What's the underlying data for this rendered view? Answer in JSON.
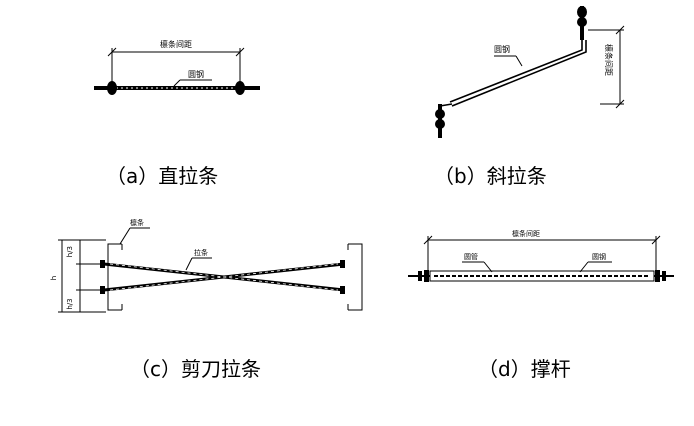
{
  "panels": {
    "a": {
      "caption": "（a）直拉条",
      "dim_label": "檩条间距",
      "rod_label": "圆钢"
    },
    "b": {
      "caption": "（b）斜拉条",
      "rod_label": "圆钢",
      "dim_label": "檩条间距"
    },
    "c": {
      "caption": "（c）剪刀拉条",
      "purlin_label": "檩条",
      "brace_label": "拉条",
      "dim_top": "h/3",
      "dim_mid": "h",
      "dim_bottom": "h/3"
    },
    "d": {
      "caption": "（d）撑杆",
      "dim_label": "檩条间距",
      "tube_label": "圆管",
      "rod_label": "圆钢"
    }
  }
}
